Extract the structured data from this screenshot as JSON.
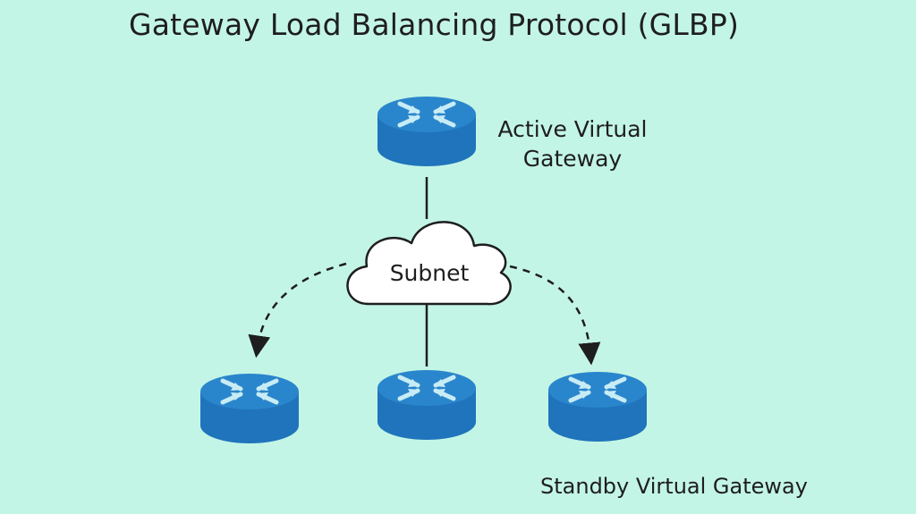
{
  "title": "Gateway Load Balancing Protocol (GLBP)",
  "labels": {
    "active_gateway": "Active Virtual Gateway",
    "subnet": "Subnet",
    "standby_gateway": "Standby Virtual Gateway"
  },
  "colors": {
    "background": "#c3f5e6",
    "router": "#1f74bb",
    "router_top": "#2a86cc",
    "router_arrow": "#c8ecf5",
    "line": "#1e1e1e",
    "cloud_fill": "#ffffff"
  },
  "icons": [
    "router-icon",
    "cloud-icon",
    "dashed-arrow-icon"
  ]
}
